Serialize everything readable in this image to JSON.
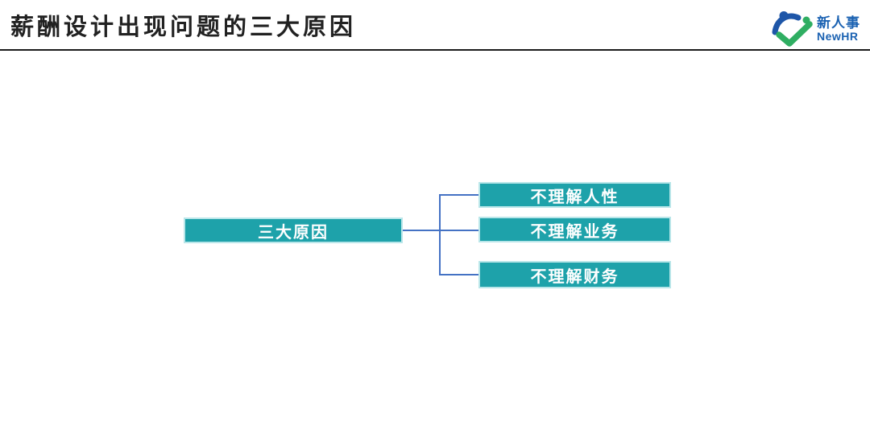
{
  "page": {
    "title": "薪酬设计出现问题的三大原因"
  },
  "header": {
    "divider_color": "#1b1b1b",
    "title_color": "#212121"
  },
  "logo": {
    "name_cn": "新人事",
    "name_en": "NewHR",
    "text_color": "#1b62b2",
    "icon_blue": "#1e56a8",
    "icon_green": "#2fae62"
  },
  "diagram": {
    "root": {
      "label": "三大原因"
    },
    "children": [
      {
        "label": "不理解人性"
      },
      {
        "label": "不理解业务"
      },
      {
        "label": "不理解财务"
      }
    ],
    "colors": {
      "node_fill": "#1ea2aa",
      "node_border": "#b9e6e9",
      "node_text": "#ffffff",
      "connector": "#4472c4"
    }
  }
}
